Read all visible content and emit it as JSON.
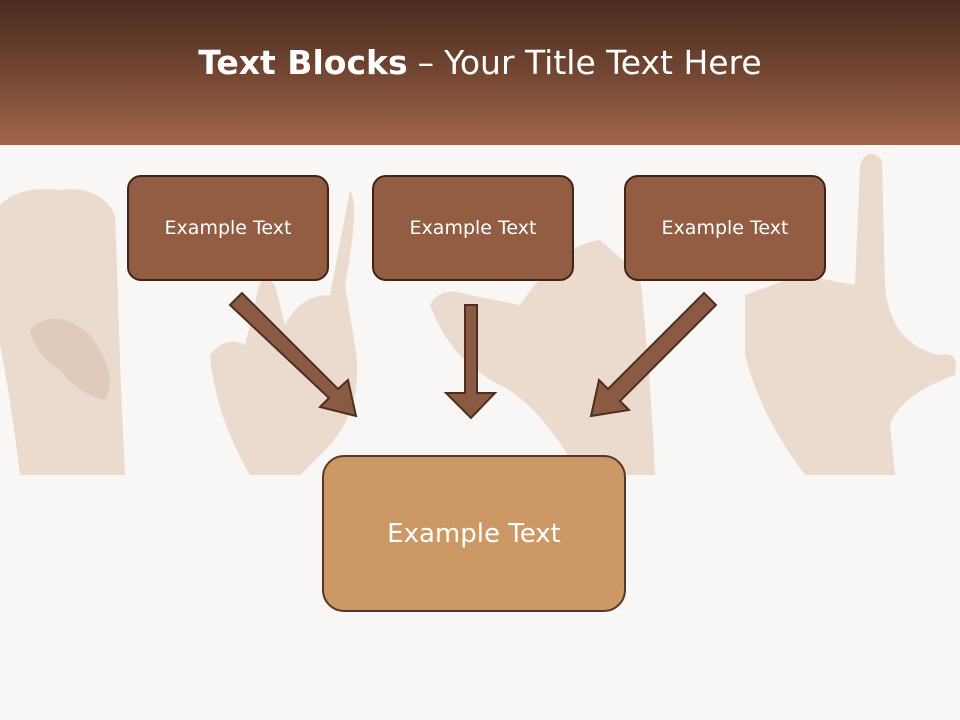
{
  "title": {
    "bold": "Text Blocks",
    "separator": "–",
    "rest": "Your Title Text Here"
  },
  "blocks": {
    "left": "Example Text",
    "middle": "Example Text",
    "right": "Example Text",
    "bottom": "Example Text"
  },
  "colors": {
    "header_top": "#4b2b1f",
    "header_bottom": "#a0664a",
    "box_top_fill": "#925d43",
    "box_bottom_fill": "#cb9866",
    "arrow_fill": "#8a5a42",
    "background": "#f9f7f6"
  }
}
